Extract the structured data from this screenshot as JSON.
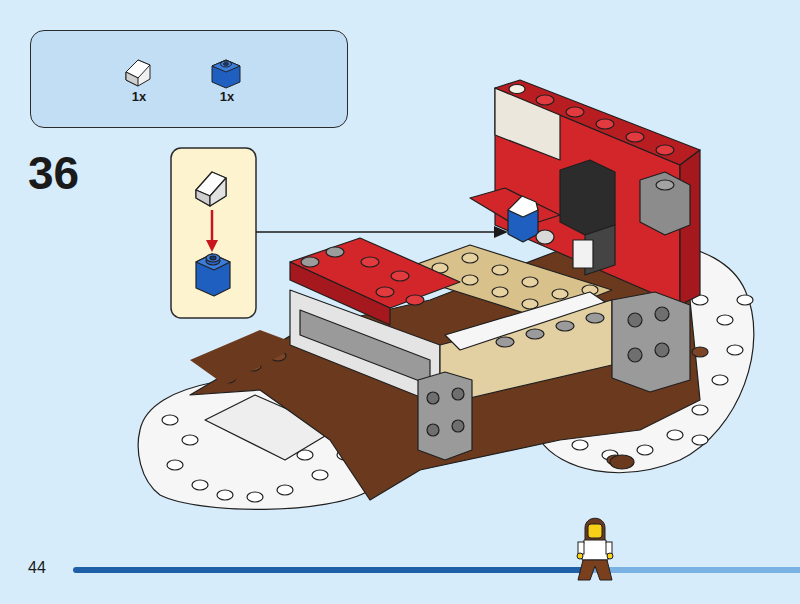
{
  "diagram": {
    "nodes": [
      {
        "text": [
          "1x",
          "1x"
        ]
      }
    ],
    "labels": [
      "36",
      "44"
    ]
  }
}
